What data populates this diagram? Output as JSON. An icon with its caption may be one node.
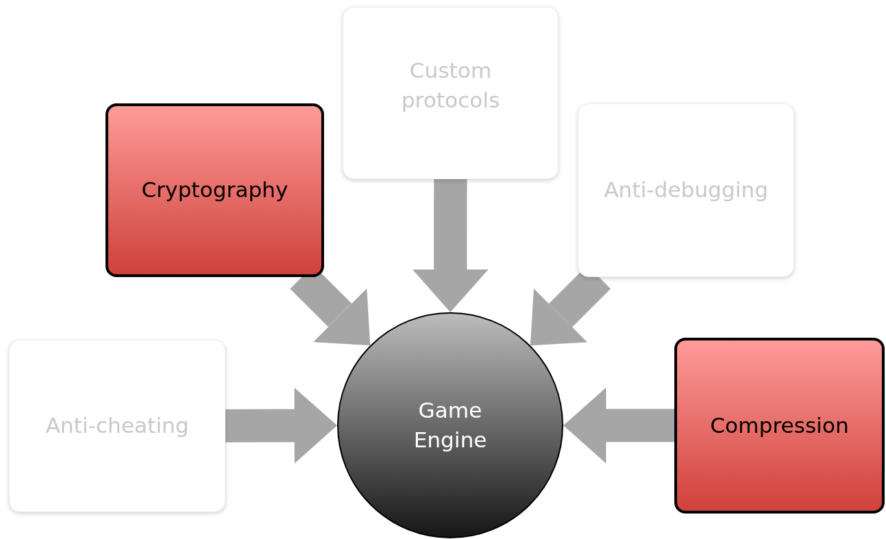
{
  "diagram": {
    "nodes": [
      {
        "text": [
          "Custom protocols"
        ]
      },
      {
        "text": [
          "Cryptography"
        ]
      },
      {
        "text": [
          "Anti-debugging"
        ]
      },
      {
        "text": [
          "Anti-cheating"
        ]
      },
      {
        "text": [
          "Game Engine"
        ]
      },
      {
        "text": [
          "Compression"
        ]
      }
    ],
    "edges": [
      {
        "from": 0,
        "to": 4,
        "arrow": "to"
      },
      {
        "from": 1,
        "to": 4,
        "arrow": "to"
      },
      {
        "from": 2,
        "to": 4,
        "arrow": "to"
      },
      {
        "from": 3,
        "to": 4,
        "arrow": "to"
      },
      {
        "from": 5,
        "to": 4,
        "arrow": "to"
      }
    ]
  }
}
